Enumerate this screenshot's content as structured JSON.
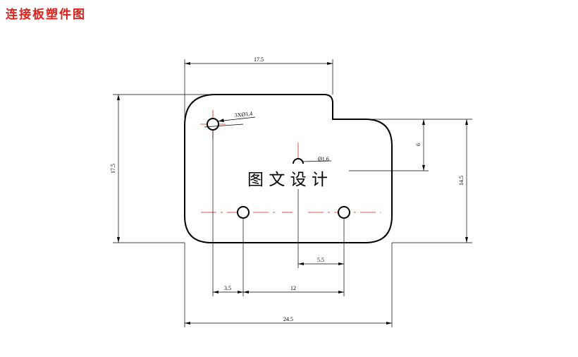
{
  "title": "连接板塑件图",
  "watermark": "图 文 设 计",
  "dimensions": {
    "top_width": "17.5",
    "left_height": "17.5",
    "holes_callout": "3XØ1.4",
    "center_hole": "Ø1.6",
    "step_height": "6",
    "right_height": "14.5",
    "hole_spacing_half": "5.5",
    "edge_to_hole": "3.5",
    "hole_spacing": "12",
    "total_width": "24.5"
  },
  "colors": {
    "outline": "#000000",
    "centerline": "#e0201a",
    "title": "#e0201a"
  }
}
